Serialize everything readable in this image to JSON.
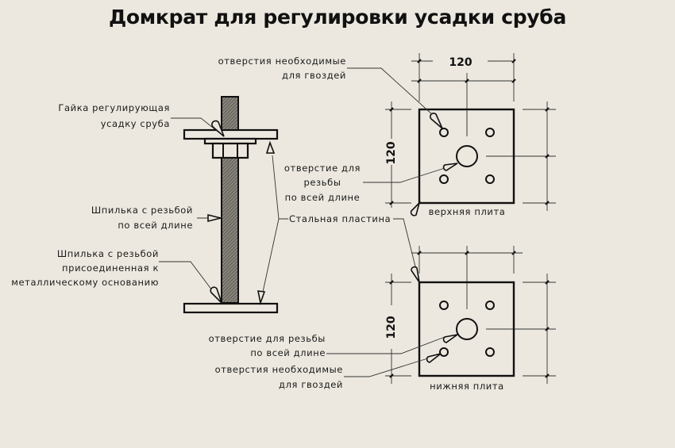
{
  "title": "Домкрат для регулировки усадки сруба",
  "labels": {
    "nut": [
      "Гайка регулирующая",
      "усадку сруба"
    ],
    "stud_full": [
      "Шпилька с резьбой",
      "по всей длине"
    ],
    "stud_base": [
      "Шпилька с резьбой",
      "присоединенная к",
      "металлическому основанию"
    ],
    "nail_holes_top": [
      "отверстия необходимые",
      "для гвоздей"
    ],
    "thread_hole_top": [
      "отверстие для",
      "резьбы",
      "по всей длине"
    ],
    "steel_plate": "Стальная пластина",
    "thread_hole_bottom": [
      "отверстие для резьбы",
      "по всей длине"
    ],
    "nail_holes_bottom": [
      "отверстия необходимые",
      "для гвоздей"
    ]
  },
  "plates": {
    "top": {
      "caption": "верхняя плита",
      "width_dim": "120",
      "height_dim": "120"
    },
    "bottom": {
      "caption": "нижняя плита",
      "height_dim": "120"
    }
  },
  "colors": {
    "background": "#ece8df",
    "ink": "#111111"
  }
}
